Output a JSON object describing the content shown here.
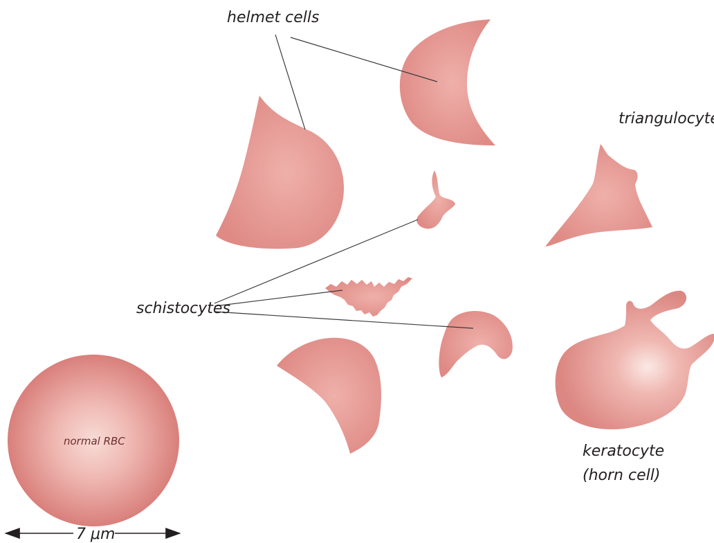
{
  "colors": {
    "cell_fill": "#e3918c",
    "cell_highlight": "#f6d4cf",
    "cell_edge": "#d0716e",
    "leader_line": "#3a3a3a",
    "text": "#231f20",
    "background": "#ffffff"
  },
  "labels": {
    "helmet_cells": "helmet cells",
    "triangulocyte": "triangulocyte",
    "schistocytes": "schistocytes",
    "keratocyte": "keratocyte",
    "horn_cell": "(horn cell)",
    "normal_rbc": "normal RBC",
    "scale": "7 μm"
  }
}
